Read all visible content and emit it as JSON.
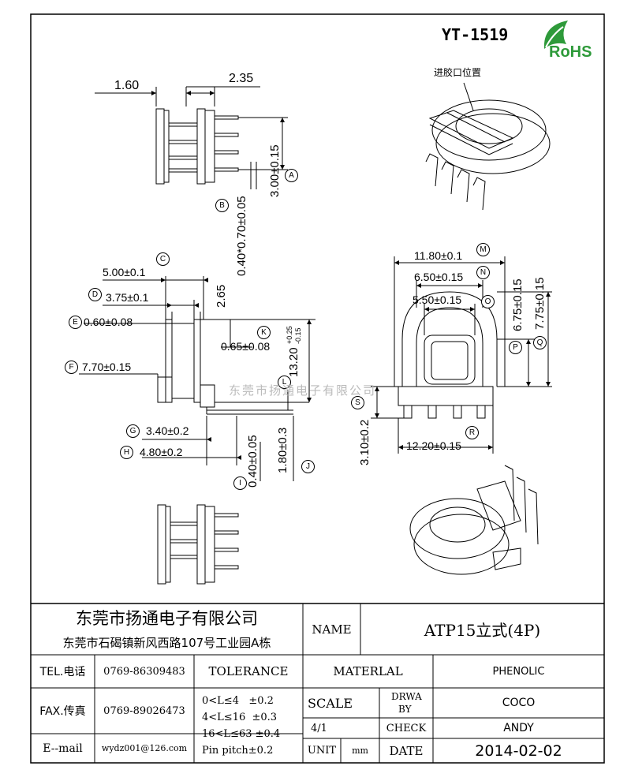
{
  "header": {
    "part_no": "YT-1519",
    "rohs": "RoHS",
    "gate_note": "进胶口位置"
  },
  "dims": {
    "d1_60": "1.60",
    "d2_35": "2.35",
    "d3_00": "3.00±0.15",
    "d0_40_0_70": "0.40*0.70±0.05",
    "d5_00": "5.00±0.1",
    "d3_75": "3.75±0.1",
    "d0_60": "0.60±0.08",
    "d7_70": "7.70±0.15",
    "d2_65": "2.65",
    "d0_65": "0.65±0.08",
    "d13_20": "13.20",
    "d13_20_tol_up": "+0.25",
    "d13_20_tol_dn": "-0.15",
    "d3_40": "3.40±0.2",
    "d4_80": "4.80±0.2",
    "d0_40_h": "0.40±0.05",
    "d1_80": "1.80±0.3",
    "d11_80": "11.80±0.1",
    "d6_50": "6.50±0.15",
    "d5_50": "5.50±0.15",
    "d6_75": "6.75±0.15",
    "d7_75": "7.75±0.15",
    "d3_10": "3.10±0.2",
    "d12_20": "12.20±0.15"
  },
  "markers": {
    "A": "A",
    "B": "B",
    "C": "C",
    "D": "D",
    "E": "E",
    "F": "F",
    "G": "G",
    "H": "H",
    "I": "I",
    "J": "J",
    "K": "K",
    "L": "L",
    "M": "M",
    "N": "N",
    "O": "O",
    "P": "P",
    "Q": "Q",
    "R": "R",
    "S": "S"
  },
  "watermark": "东莞市扬通电子有限公司",
  "title_block": {
    "company": "东莞市扬通电子有限公司",
    "address": "东莞市石碣镇新风西路107号工业园A栋",
    "name_label": "NAME",
    "name_value": "ATP15立式(4P)",
    "tel_label": "TEL.电话",
    "tel_value": "0769-86309483",
    "fax_label": "FAX.传真",
    "fax_value": "0769-89026473",
    "email_label": "E--mail",
    "email_value": "wydz001@126.com",
    "tolerance_label": "TOLERANCE",
    "tol1": "0<L≤4   ±0.2",
    "tol2": "4<L≤16  ±0.3",
    "tol3": "16<L≤63 ±0.4",
    "tol4": "Pin pitch±0.2",
    "material_label": "MATERLAL",
    "material_value": "PHENOLIC",
    "scale_label": "SCALE",
    "scale_value": "4/1",
    "drawn_label1": "DRWA",
    "drawn_label2": "BY",
    "drawn_value": "COCO",
    "check_label": "CHECK",
    "check_value": "ANDY",
    "unit_label": "UNIT",
    "unit_value": "mm",
    "date_label": "DATE",
    "date_value": "2014-02-02"
  }
}
